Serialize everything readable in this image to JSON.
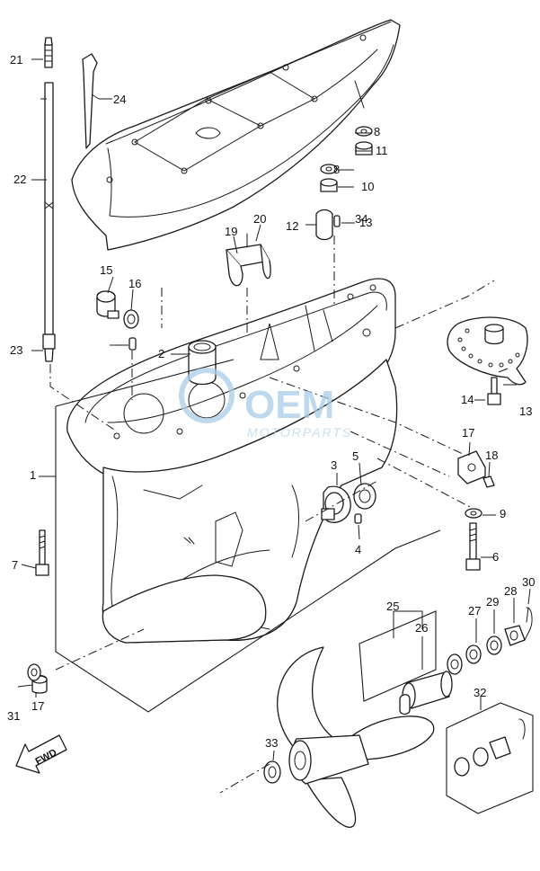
{
  "diagram": {
    "callouts": [
      "1",
      "2",
      "3",
      "4",
      "5",
      "6",
      "7",
      "8",
      "8",
      "9",
      "10",
      "11",
      "12",
      "13",
      "13",
      "14",
      "15",
      "16",
      "17",
      "17",
      "18",
      "19",
      "20",
      "21",
      "22",
      "23",
      "24",
      "25",
      "26",
      "27",
      "28",
      "29",
      "30",
      "31",
      "32",
      "33",
      "34"
    ],
    "orientation_label": "FWD",
    "watermark": {
      "brand": "OEM",
      "sub": "MOTORPARTS",
      "color": "#a9cde8"
    },
    "line_color": "#1a1a1a"
  }
}
